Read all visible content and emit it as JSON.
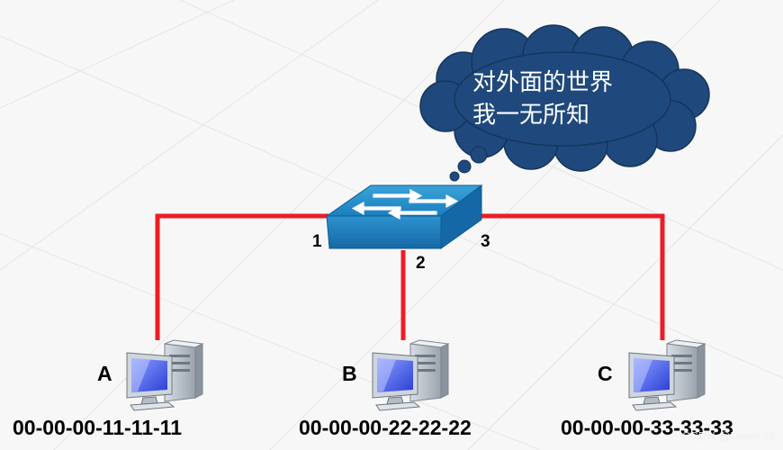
{
  "cloud": {
    "line1": "对外面的世界",
    "line2": "我一无所知",
    "fill_color": "#1f497d"
  },
  "link_color": "#ee1c25",
  "switch": {
    "icon": "network-switch-icon",
    "ports": [
      "1",
      "2",
      "3"
    ]
  },
  "hosts": [
    {
      "name": "A",
      "mac": "00-00-00-11-11-11",
      "icon": "computer-icon"
    },
    {
      "name": "B",
      "mac": "00-00-00-22-22-22",
      "icon": "computer-icon"
    },
    {
      "name": "C",
      "mac": "00-00-00-33-33-33",
      "icon": "computer-icon"
    }
  ],
  "watermark": "CSDN @Dawn bit"
}
